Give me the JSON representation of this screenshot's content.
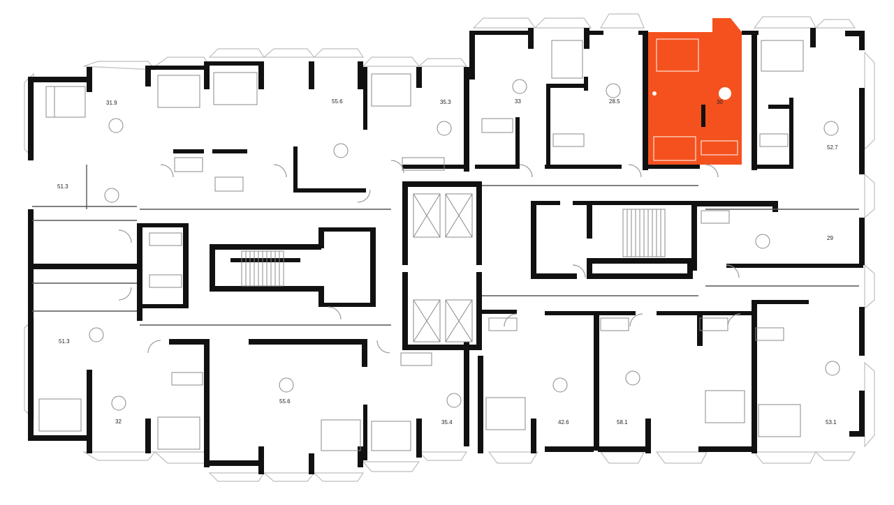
{
  "plan": {
    "highlight_color": "#f4511e",
    "wall_color": "#111111",
    "apartments": [
      {
        "id": "a1",
        "area": "31.9"
      },
      {
        "id": "a2",
        "area": "55.6"
      },
      {
        "id": "a3",
        "area": "35.3"
      },
      {
        "id": "a4",
        "area": "33"
      },
      {
        "id": "a5",
        "area": "28.5"
      },
      {
        "id": "a6",
        "area": "30",
        "selected": true
      },
      {
        "id": "a7",
        "area": "52.7"
      },
      {
        "id": "a8",
        "area": "51.3"
      },
      {
        "id": "a9",
        "area": "29"
      },
      {
        "id": "a10",
        "area": "51.3"
      },
      {
        "id": "a11",
        "area": "32"
      },
      {
        "id": "a12",
        "area": "55.6"
      },
      {
        "id": "a13",
        "area": "35.4"
      },
      {
        "id": "a14",
        "area": "42.6"
      },
      {
        "id": "a15",
        "area": "58.1"
      },
      {
        "id": "a16",
        "area": "53.1"
      }
    ]
  }
}
